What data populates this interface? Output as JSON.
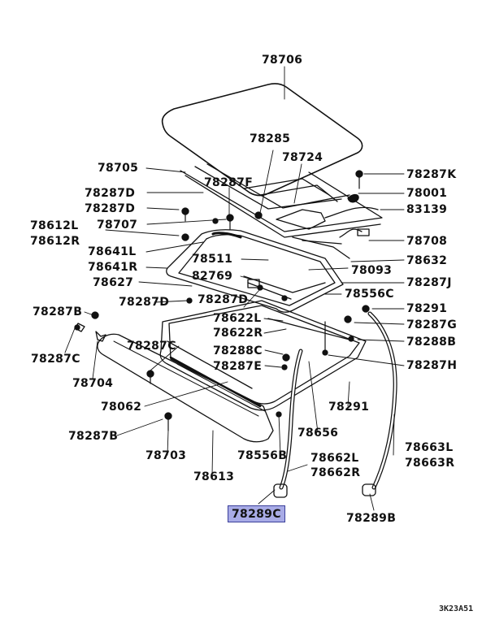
{
  "labels": {
    "p78706": "78706",
    "p78285": "78285",
    "p78724": "78724",
    "p78705": "78705",
    "p78287K": "78287K",
    "p78287F": "78287F",
    "p78287D_a": "78287D",
    "p78001": "78001",
    "p78287D_b": "78287D",
    "p83139": "83139",
    "p78612L": "78612L",
    "p78707": "78707",
    "p78612R": "78612R",
    "p78708": "78708",
    "p78641L": "78641L",
    "p78511": "78511",
    "p78632": "78632",
    "p78641R": "78641R",
    "p78093": "78093",
    "p82769": "82769",
    "p78627": "78627",
    "p78287J": "78287J",
    "p78556C": "78556C",
    "p78287D_c": "78287D",
    "p78287D_d": "78287D",
    "p78291_a": "78291",
    "p78287B_a": "78287B",
    "p78622L": "78622L",
    "p78287G": "78287G",
    "p78622R": "78622R",
    "p78288B": "78288B",
    "p78287C_a": "78287C",
    "p78288C": "78288C",
    "p78287C_b": "78287C",
    "p78287E": "78287E",
    "p78287H": "78287H",
    "p78704": "78704",
    "p78062": "78062",
    "p78291_b": "78291",
    "p78656": "78656",
    "p78287B_b": "78287B",
    "p78663L": "78663L",
    "p78703": "78703",
    "p78556B": "78556B",
    "p78662L": "78662L",
    "p78663R": "78663R",
    "p78613": "78613",
    "p78662R": "78662R",
    "p78289C": "78289C",
    "p78289B": "78289B"
  },
  "diagram_code": "3K23A51",
  "highlight_color": "#a8abe6"
}
